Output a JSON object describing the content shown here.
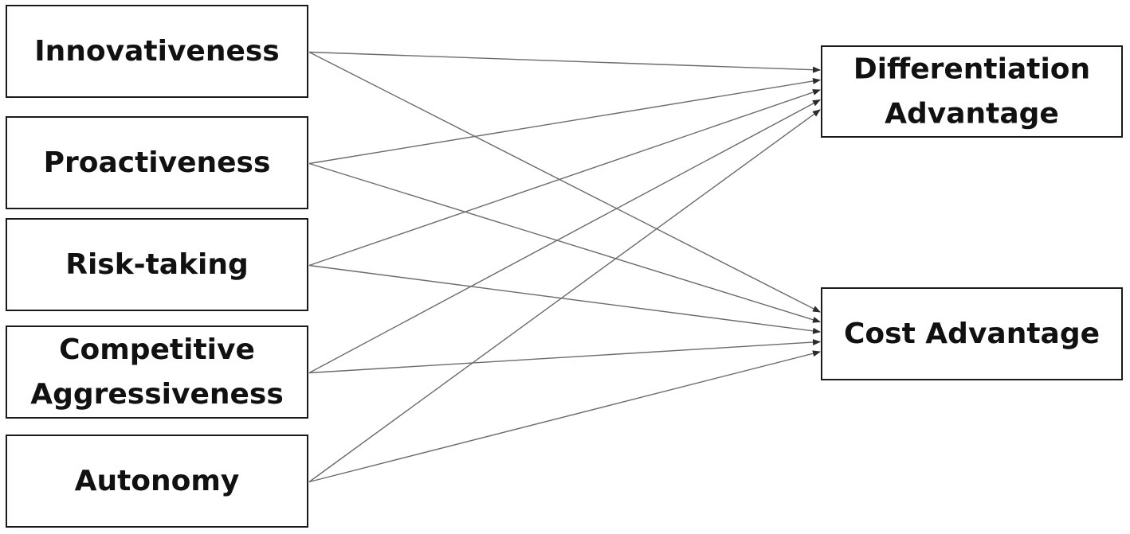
{
  "diagram": {
    "sources": [
      {
        "id": "innovativeness",
        "lines": [
          "Innovativeness"
        ]
      },
      {
        "id": "proactiveness",
        "lines": [
          "Proactiveness"
        ]
      },
      {
        "id": "risk-taking",
        "lines": [
          "Risk-taking"
        ]
      },
      {
        "id": "competitive-aggressiveness",
        "lines": [
          "Competitive",
          "Aggressiveness"
        ]
      },
      {
        "id": "autonomy",
        "lines": [
          "Autonomy"
        ]
      }
    ],
    "targets": [
      {
        "id": "differentiation-advantage",
        "lines": [
          "Differentiation",
          "Advantage"
        ]
      },
      {
        "id": "cost-advantage",
        "lines": [
          "Cost Advantage"
        ]
      }
    ],
    "edges": [
      {
        "from": "innovativeness",
        "to": "differentiation-advantage"
      },
      {
        "from": "innovativeness",
        "to": "cost-advantage"
      },
      {
        "from": "proactiveness",
        "to": "differentiation-advantage"
      },
      {
        "from": "proactiveness",
        "to": "cost-advantage"
      },
      {
        "from": "risk-taking",
        "to": "differentiation-advantage"
      },
      {
        "from": "risk-taking",
        "to": "cost-advantage"
      },
      {
        "from": "competitive-aggressiveness",
        "to": "differentiation-advantage"
      },
      {
        "from": "competitive-aggressiveness",
        "to": "cost-advantage"
      },
      {
        "from": "autonomy",
        "to": "differentiation-advantage"
      },
      {
        "from": "autonomy",
        "to": "cost-advantage"
      }
    ],
    "colors": {
      "box_border": "#1a1a1a",
      "text": "#111111",
      "arrow": "#6b6b6b",
      "background": "#ffffff"
    }
  }
}
